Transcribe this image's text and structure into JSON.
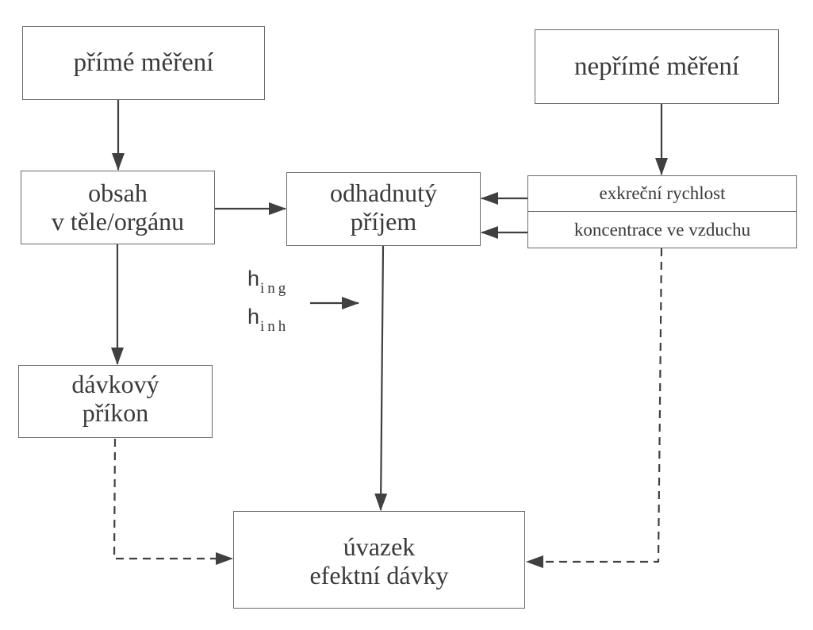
{
  "nodes": {
    "direct_measurement": {
      "lines": [
        "přímé měření"
      ]
    },
    "indirect_measurement": {
      "lines": [
        "nepřímé měření"
      ]
    },
    "body_content": {
      "lines": [
        "obsah",
        "v těle/orgánu"
      ]
    },
    "estimated_intake": {
      "lines": [
        "odhadnutý",
        "příjem"
      ]
    },
    "dose_rate": {
      "lines": [
        "dávkový",
        "příkon"
      ]
    },
    "committed_dose": {
      "lines": [
        "úvazek",
        "efektní dávky"
      ]
    },
    "indirect_outputs": {
      "excretion_rate": "exkreční rychlost",
      "air_concentration": "koncentrace ve vzduchu"
    }
  },
  "coefficients": {
    "ingestion": {
      "symbol": "h",
      "subscript": "ing"
    },
    "inhalation": {
      "symbol": "h",
      "subscript": "inh"
    }
  },
  "edges": [
    {
      "from": "direct_measurement",
      "to": "body_content",
      "style": "solid"
    },
    {
      "from": "indirect_measurement",
      "to": "indirect_outputs",
      "style": "solid"
    },
    {
      "from": "body_content",
      "to": "estimated_intake",
      "style": "solid"
    },
    {
      "from": "excretion_rate",
      "to": "estimated_intake",
      "style": "solid"
    },
    {
      "from": "air_concentration",
      "to": "estimated_intake",
      "style": "solid"
    },
    {
      "from": "body_content",
      "to": "dose_rate",
      "style": "solid"
    },
    {
      "from": "coefficients",
      "to": "intake_to_dose_line",
      "style": "solid"
    },
    {
      "from": "estimated_intake",
      "to": "committed_dose",
      "style": "solid"
    },
    {
      "from": "dose_rate",
      "to": "committed_dose",
      "style": "dashed"
    },
    {
      "from": "indirect_outputs",
      "to": "committed_dose",
      "style": "dashed"
    }
  ],
  "colors": {
    "line": "#404040",
    "border": "#6a6a6a",
    "text": "#3a3a3a"
  }
}
